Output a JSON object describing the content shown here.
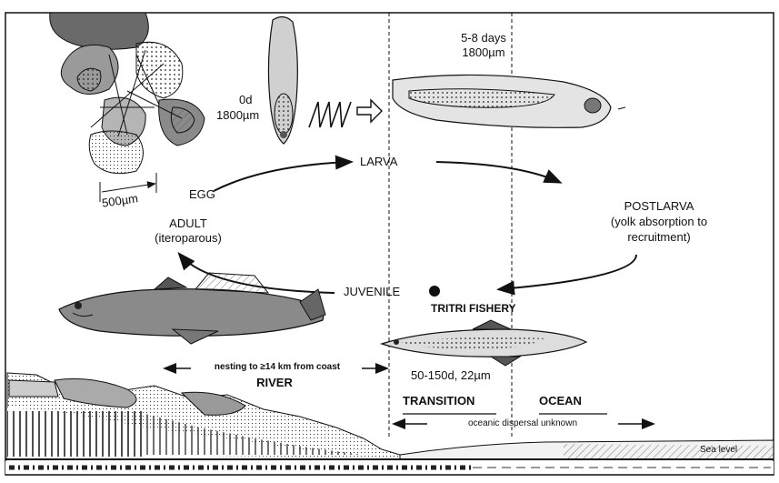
{
  "stages": {
    "larva": "LARVA",
    "egg": "EGG",
    "adult_title": "ADULT",
    "adult_sub": "(iteroparous)",
    "postlarva_title": "POSTLARVA",
    "postlarva_sub1": "(yolk absorption to",
    "postlarva_sub2": "recruitment)",
    "juvenile": "JUVENILE"
  },
  "annotations": {
    "egg_size": "500µm",
    "hatch_age": "0d",
    "hatch_size": "1800µm",
    "larva_age": "5-8 days",
    "larva_size": "1800µm",
    "fishery": "TRITRI FISHERY",
    "juvenile_age_size": "50-150d, 22µm",
    "nesting": "nesting to ≥14 km from coast",
    "dispersal": "oceanic dispersal unknown",
    "sea_level": "Sea level"
  },
  "zones": {
    "river": "RIVER",
    "transition": "TRANSITION",
    "ocean": "OCEAN"
  },
  "colors": {
    "ink": "#111111",
    "fish_grey": "#8a8a8a",
    "dark_grey": "#555555",
    "light_grey": "#c8c8c8"
  }
}
